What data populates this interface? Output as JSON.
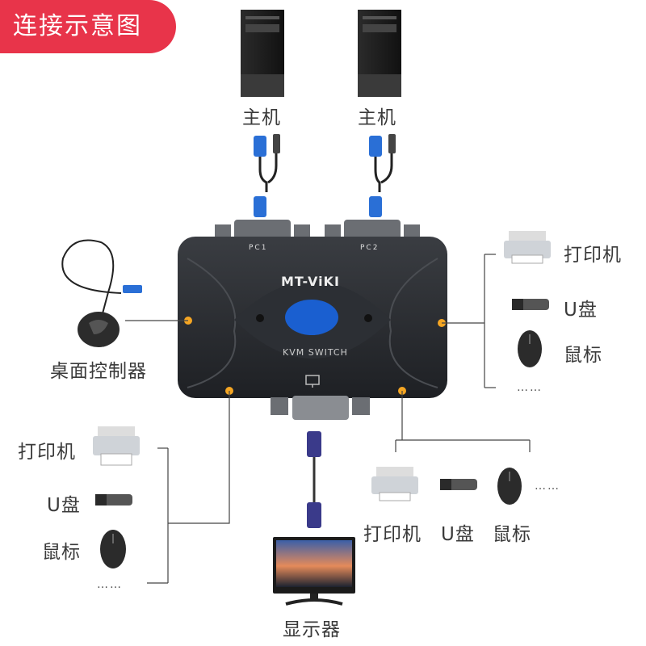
{
  "title": "连接示意图",
  "device": {
    "brand": "MT-ViKI",
    "model": "KVM SWITCH",
    "port1": "PC1",
    "port2": "PC2"
  },
  "labels": {
    "host1": "主机",
    "host2": "主机",
    "controller": "桌面控制器",
    "printer_right": "打印机",
    "usb_right": "U盘",
    "mouse_right": "鼠标",
    "printer_left": "打印机",
    "usb_left": "U盘",
    "mouse_left": "鼠标",
    "printer_bottom": "打印机",
    "usb_bottom": "U盘",
    "mouse_bottom": "鼠标",
    "monitor": "显示器",
    "ellipsis": "……"
  },
  "colors": {
    "badge": "#e8344a",
    "accent_dot": "#f5a623",
    "button_blue": "#1a5fd0",
    "vga_blue": "#2a6fd6"
  },
  "icons": [
    "pc-tower-icon",
    "vga-usb-cable-icon",
    "printer-icon",
    "usb-drive-icon",
    "mouse-icon",
    "monitor-icon",
    "desk-controller-icon"
  ]
}
